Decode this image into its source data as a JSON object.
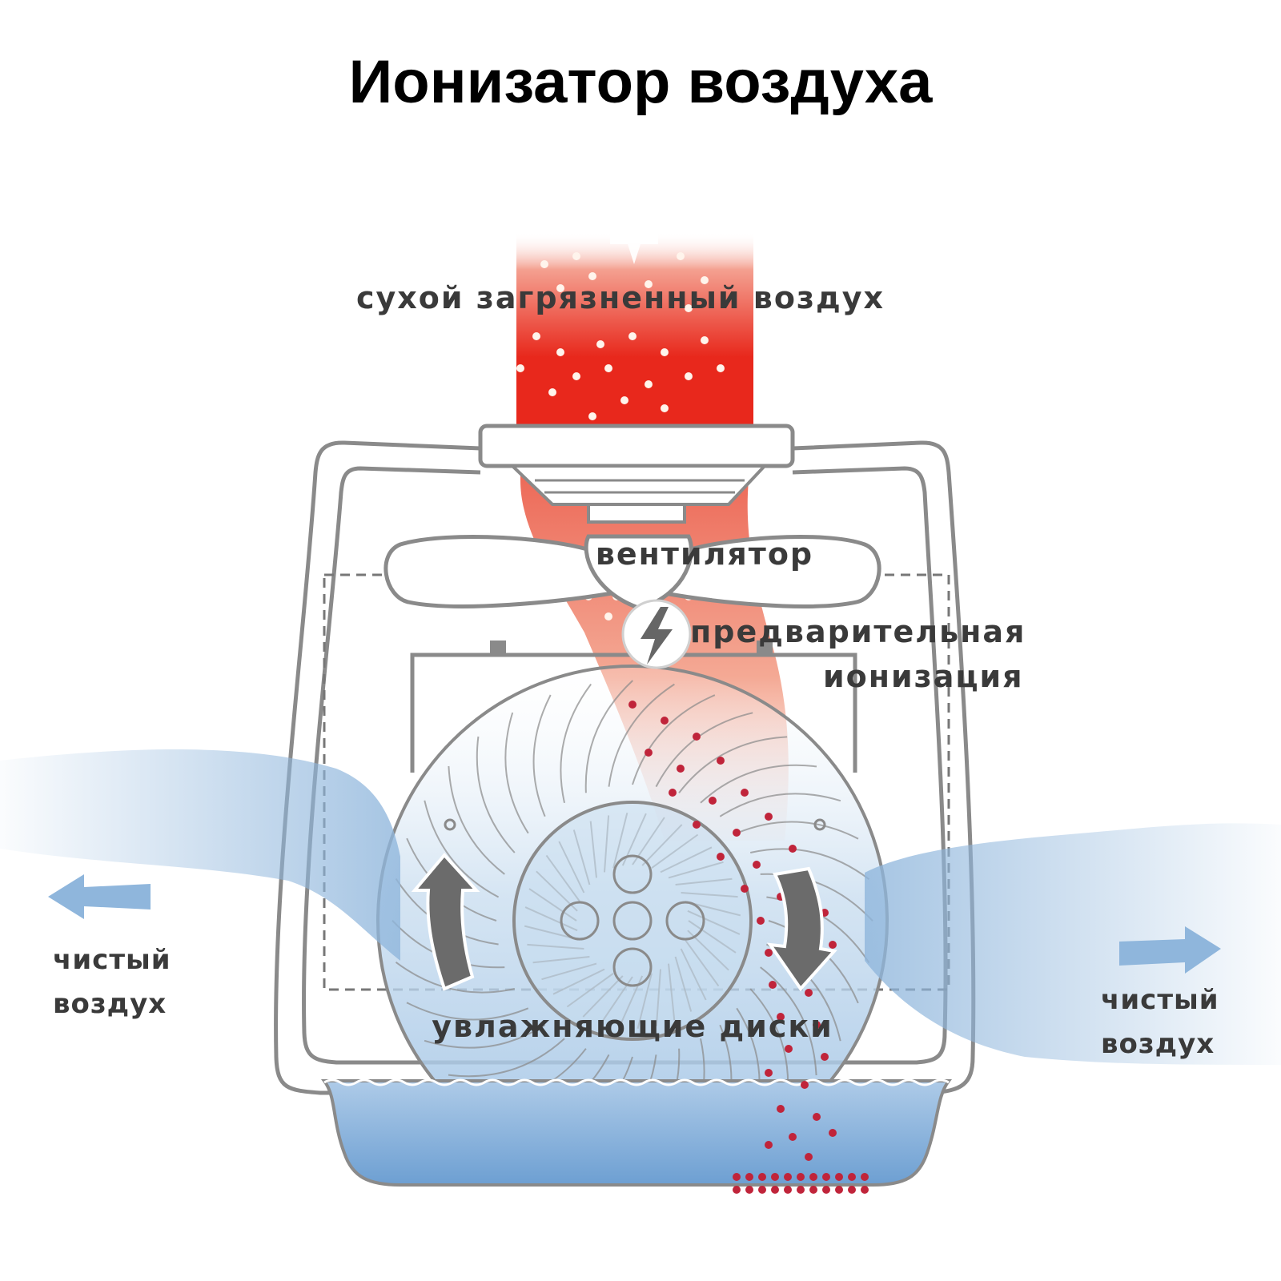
{
  "title": "Ионизатор воздуха",
  "labels": {
    "intake": "сухой загрязненный воздух",
    "fan": "вентилятор",
    "preionization_line1": "предварительная",
    "preionization_line2": "ионизация",
    "discs": "увлажняющие диски",
    "clean_left_line1": "чистый",
    "clean_left_line2": "воздух",
    "clean_right_line1": "чистый",
    "clean_right_line2": "воздух"
  },
  "icons": {
    "arrow_down": "arrow-down-icon",
    "lightning": "lightning-icon",
    "rotation_up": "rotation-arrow-up-icon",
    "rotation_down": "rotation-arrow-down-icon",
    "arrow_left": "arrow-left-icon",
    "arrow_right": "arrow-right-icon"
  },
  "colors": {
    "dirty_air": "#e8402c",
    "clean_air": "#8fb6dc",
    "water": "#7aa9d8",
    "particles": "#c0243a",
    "outline": "#8a8a8a"
  }
}
